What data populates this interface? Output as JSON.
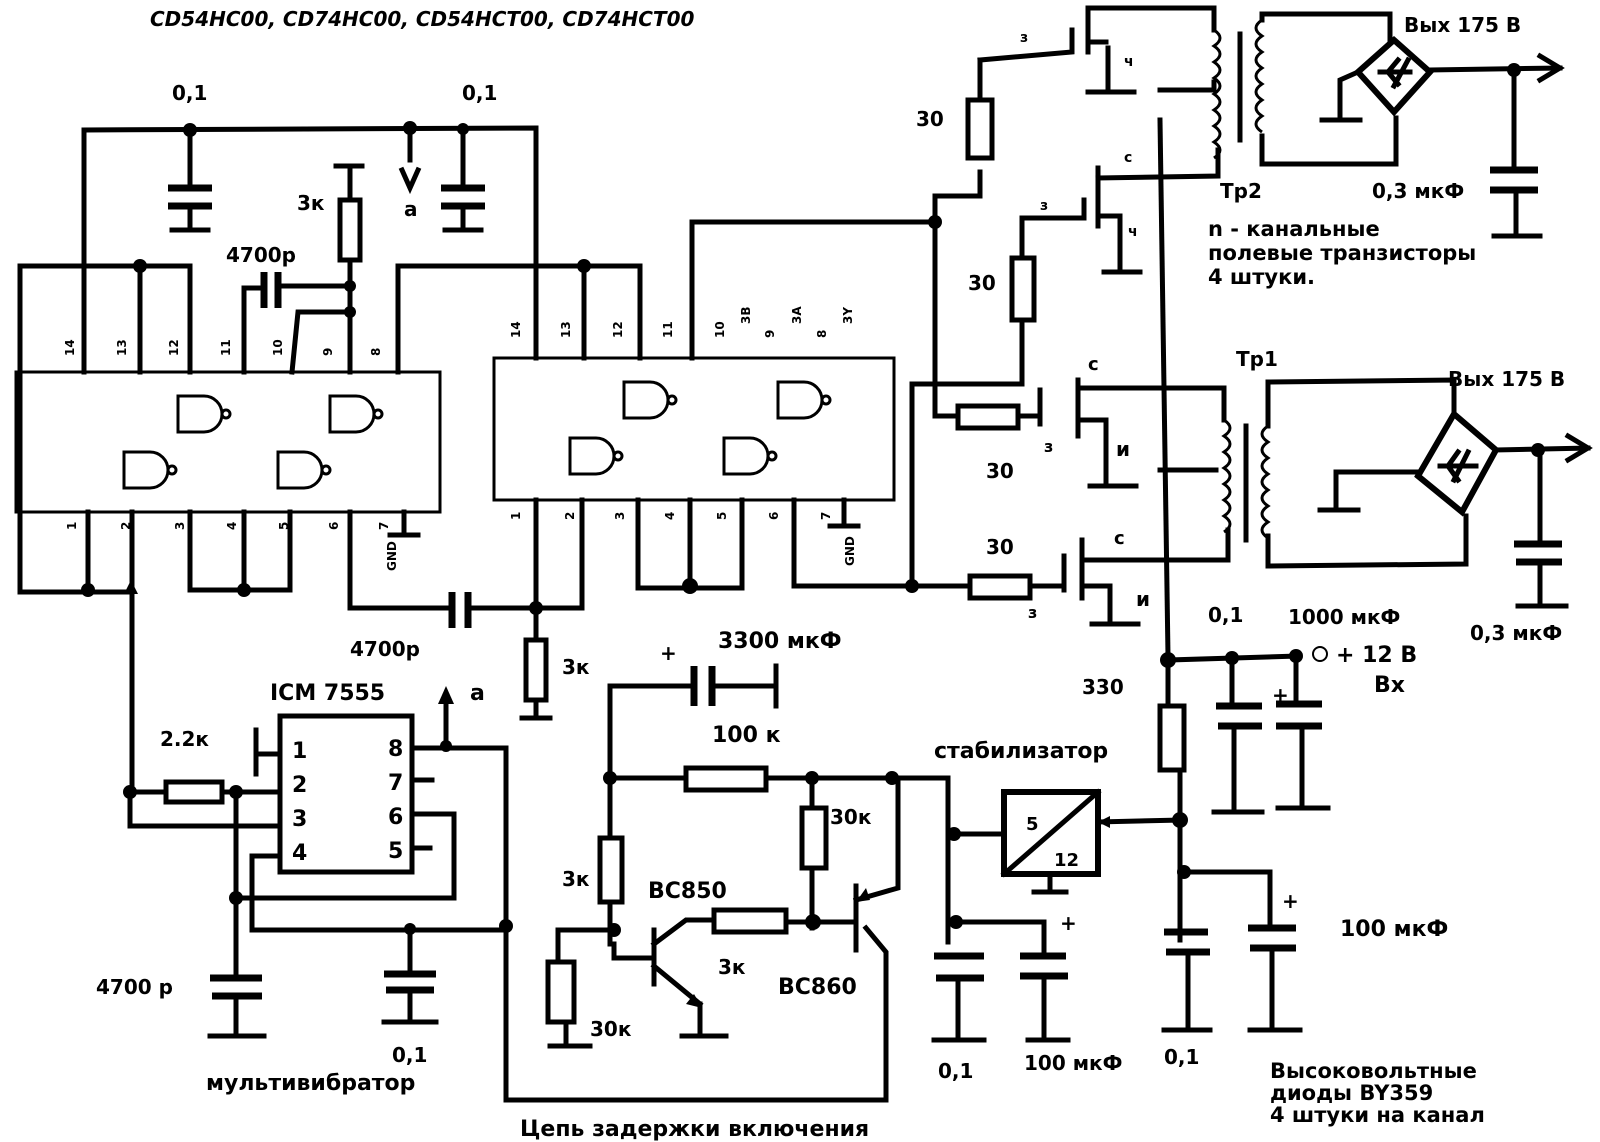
{
  "title": "CD54HC00, CD74HC00, CD54HCT00, CD74HCT00",
  "ic1": {
    "top_pins": [
      "14",
      "13",
      "12",
      "11",
      "10",
      "9",
      "8"
    ],
    "bottom_pins": [
      "1",
      "2",
      "3",
      "4",
      "5",
      "6",
      "7"
    ],
    "gnd": "GND"
  },
  "ic2": {
    "top_pins": [
      "14",
      "13",
      "12",
      "11",
      "10",
      "9",
      "8"
    ],
    "top_pin_names": [
      "3B",
      "3A",
      "3Y"
    ],
    "bottom_pins": [
      "1",
      "2",
      "3",
      "4",
      "5",
      "6",
      "7"
    ],
    "gnd": "GND"
  },
  "labels": {
    "cap_top_left": "0,1",
    "cap_top_right": "0,1",
    "res_3k_top": "3к",
    "node_a_top": "а",
    "cap_4700p_top": "4700р",
    "cap_4700p_mid": "4700р",
    "res_3k_mid": "3к",
    "timer_name": "ICM 7555",
    "node_a_timer": "а",
    "res_2k2": "2.2к",
    "cap_4700p_bottom": "4700 р",
    "cap_01_timer": "0,1",
    "multivibrator": "мультивибратор",
    "cap_3300": "3300 мкФ",
    "res_100k": "100 к",
    "res_3k_bc850": "3к",
    "bc850": "BC850",
    "res_30k_a": "30к",
    "res_3k_base": "3к",
    "res_30k_b": "30к",
    "bc860": "BC860",
    "delay_circuit": "Цепь задержки включения",
    "stabilizer": "стабилизатор",
    "stab_in": "5",
    "stab_out": "12",
    "cap_01_stab": "0,1",
    "cap_100u_stab": "100 мкФ",
    "res_330": "330",
    "cap_01_in": "0,1",
    "cap_1000u": "1000 мкФ",
    "vin": "+ 12 В",
    "vin_sub": "Вх",
    "cap_01_right": "0,1",
    "cap_100u_right": "100 мкФ",
    "diodes_note": [
      "Высоковольтные",
      "диоды BY359",
      "4  штуки на канал"
    ],
    "plus": "+",
    "res_30_1": "30",
    "res_30_2": "30",
    "res_30_3": "30",
    "res_30_4": "30",
    "gate": "з",
    "drain": "с",
    "source_hand": "ч",
    "source": "и",
    "tr2": "Тр2",
    "tr1": "Тр1",
    "out_top": "Вых 175 В",
    "out_bottom": "Вых 175 В",
    "cap_03_top": "0,3 мкФ",
    "cap_03_bottom": "0,3 мкФ",
    "fet_note": [
      "n - канальные",
      "полевые транзисторы",
      "4 штуки."
    ]
  },
  "timer_pins_left": [
    "1",
    "2",
    "3",
    "4"
  ],
  "timer_pins_right": [
    "8",
    "7",
    "6",
    "5"
  ]
}
